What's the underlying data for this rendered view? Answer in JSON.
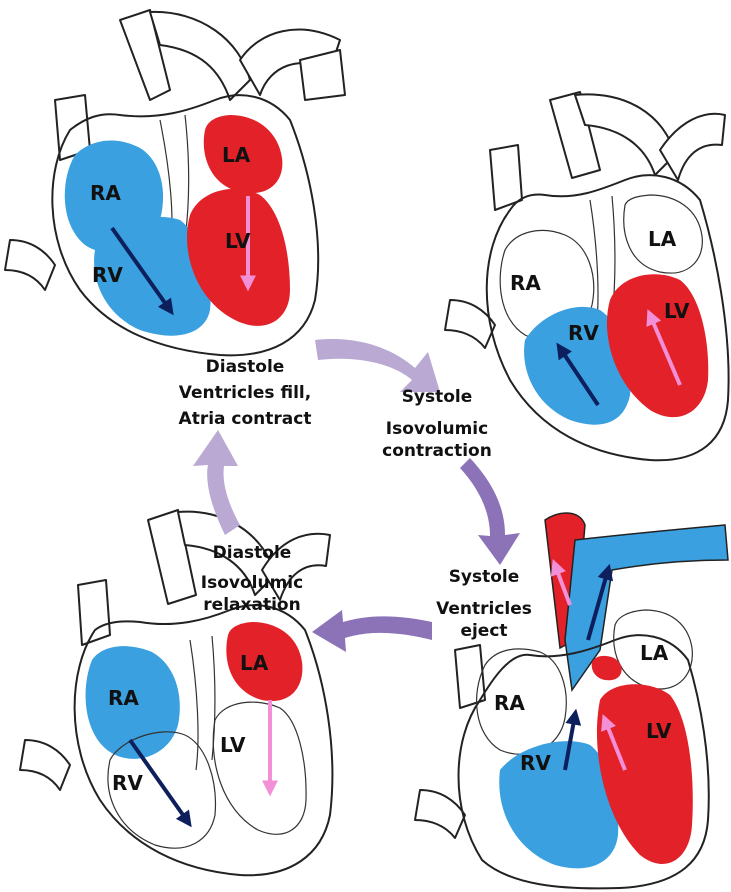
{
  "colors": {
    "deoxygenated": "#3aa0e0",
    "oxygenated": "#e32128",
    "arrow_dark": "#0d1f5c",
    "arrow_pink": "#f28fd6",
    "cycle_arrow_light": "#b9a9d3",
    "cycle_arrow_dark": "#8c73b8"
  },
  "chambers": {
    "ra": "RA",
    "rv": "RV",
    "la": "LA",
    "lv": "LV"
  },
  "phases": [
    {
      "id": "diastole-fill",
      "line1": "Diastole",
      "line2": "Ventricles fill,",
      "line3": "Atria contract"
    },
    {
      "id": "systole-isovolumic",
      "line1": "Systole",
      "line2": "Isovolumic",
      "line3": "contraction"
    },
    {
      "id": "systole-eject",
      "line1": "Systole",
      "line2": "Ventricles",
      "line3": "eject"
    },
    {
      "id": "diastole-relax",
      "line1": "Diastole",
      "line2": "Isovolumic",
      "line3": "relaxation"
    }
  ],
  "icons": [
    "cycle-arrow-icon",
    "flow-arrow-icon"
  ]
}
